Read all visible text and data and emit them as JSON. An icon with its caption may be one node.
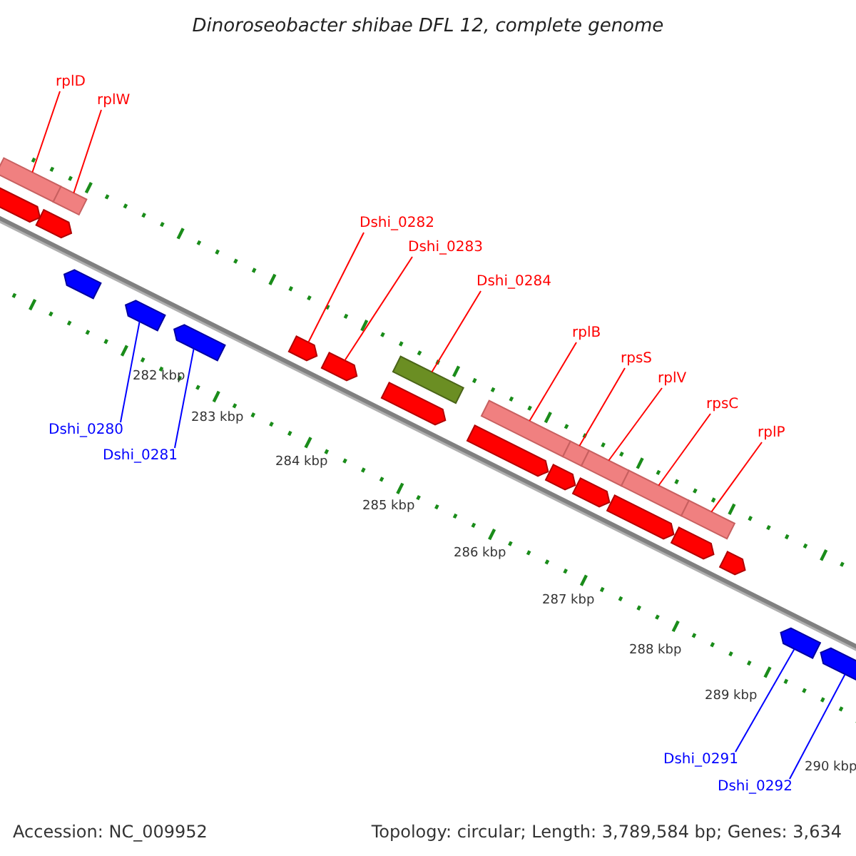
{
  "diagram": {
    "title": "Dinoroseobacter shibae DFL 12, complete genome",
    "nodes": [
      {
        "text": [
          "rplD"
        ]
      },
      {
        "text": [
          "rplW"
        ]
      },
      {
        "text": [
          "Dshi_0282"
        ]
      },
      {
        "text": [
          "Dshi_0283"
        ]
      },
      {
        "text": [
          "Dshi_0284"
        ]
      },
      {
        "text": [
          "rplB"
        ]
      },
      {
        "text": [
          "rpsS"
        ]
      },
      {
        "text": [
          "rplV"
        ]
      },
      {
        "text": [
          "rpsC"
        ]
      },
      {
        "text": [
          "rplP"
        ]
      },
      {
        "text": [
          "Dshi_0280"
        ]
      },
      {
        "text": [
          "Dshi_0281"
        ]
      },
      {
        "text": [
          "Dshi_0291"
        ]
      },
      {
        "text": [
          "Dshi_0292"
        ]
      },
      {
        "text": [],
        "shape": "bar"
      },
      {
        "text": [],
        "shape": "bar"
      },
      {
        "text": [],
        "shape": "bar"
      },
      {
        "text": [],
        "shape": "bar"
      },
      {
        "text": [],
        "shape": "bar"
      },
      {
        "text": [],
        "shape": "bar"
      },
      {
        "text": [],
        "shape": "bar"
      },
      {
        "text": [],
        "shape": "bar"
      },
      {
        "text": [],
        "shape": "box"
      },
      {
        "text": [],
        "shape": "box"
      },
      {
        "text": [],
        "shape": "box"
      },
      {
        "text": [],
        "shape": "box"
      },
      {
        "text": [],
        "shape": "box"
      },
      {
        "text": [],
        "shape": "box"
      },
      {
        "text": [],
        "shape": "box"
      },
      {
        "text": [],
        "shape": "box"
      },
      {
        "text": [],
        "shape": "box"
      },
      {
        "text": [],
        "shape": "box"
      },
      {
        "text": [],
        "shape": "box"
      },
      {
        "text": [],
        "shape": "box"
      },
      {
        "text": [],
        "shape": "box"
      },
      {
        "text": [],
        "shape": "box"
      },
      {
        "text": [],
        "shape": "box"
      },
      {
        "text": [],
        "shape": "box"
      }
    ],
    "edges": [
      {
        "from": 0,
        "to": 14,
        "arrow": "none"
      },
      {
        "from": 1,
        "to": 15,
        "arrow": "none"
      },
      {
        "from": 2,
        "to": 24,
        "arrow": "none"
      },
      {
        "from": 3,
        "to": 25,
        "arrow": "none"
      },
      {
        "from": 4,
        "to": 21,
        "arrow": "none"
      },
      {
        "from": 5,
        "to": 16,
        "arrow": "none"
      },
      {
        "from": 6,
        "to": 17,
        "arrow": "none"
      },
      {
        "from": 7,
        "to": 18,
        "arrow": "none"
      },
      {
        "from": 8,
        "to": 19,
        "arrow": "none"
      },
      {
        "from": 9,
        "to": 20,
        "arrow": "none"
      },
      {
        "from": 10,
        "to": 34,
        "arrow": "none",
        "color": "#0000ff"
      },
      {
        "from": 11,
        "to": 35,
        "arrow": "none",
        "color": "#0000ff"
      },
      {
        "from": 12,
        "to": 36,
        "arrow": "none",
        "color": "#0000ff"
      },
      {
        "from": 13,
        "to": 37,
        "arrow": "none",
        "color": "#0000ff"
      }
    ],
    "labels": [
      "282 kbp",
      "283 kbp",
      "284 kbp",
      "285 kbp",
      "286 kbp",
      "287 kbp",
      "288 kbp",
      "289 kbp",
      "290 kbp",
      "Accession: NC_009952",
      "Topology: circular; Length: 3,789,584 bp; Genes: 3,634"
    ]
  }
}
